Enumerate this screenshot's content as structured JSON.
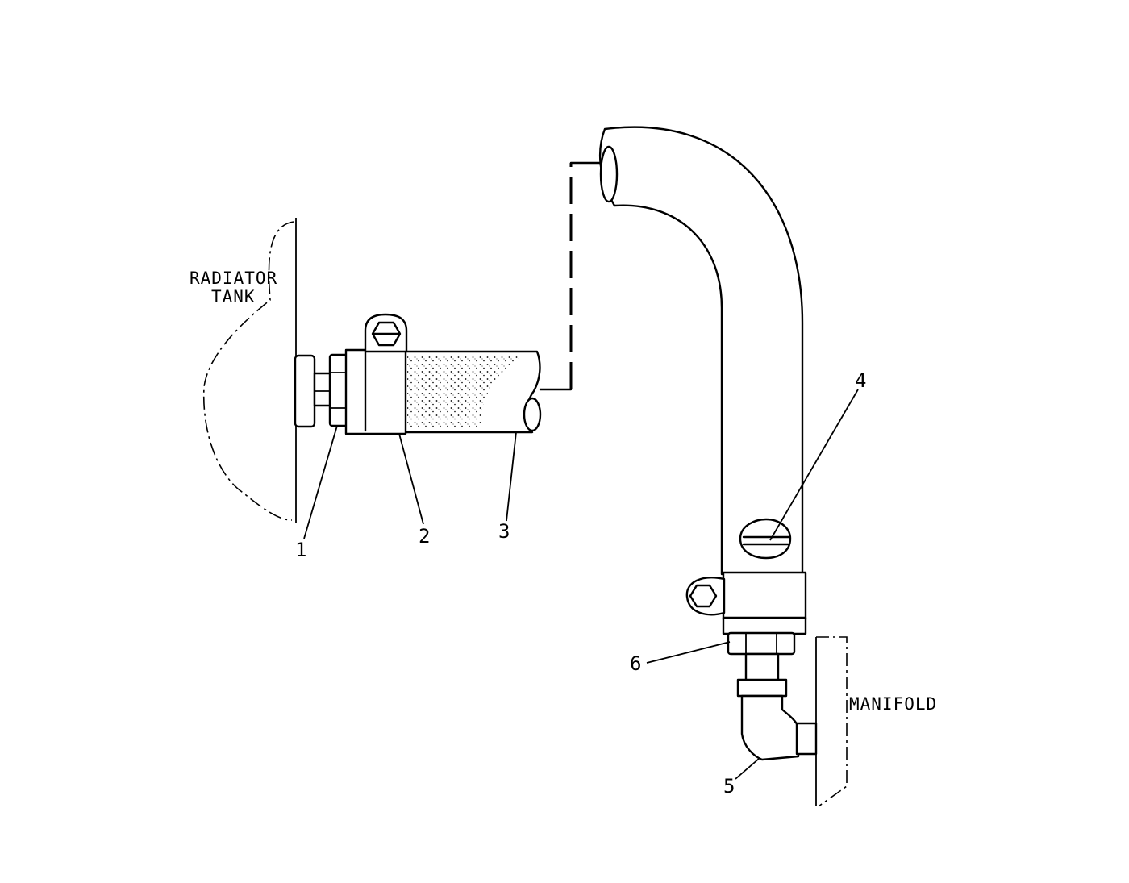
{
  "labels": {
    "radiator_line1": "RADIATOR",
    "radiator_line2": "TANK",
    "manifold": "MANIFOLD"
  },
  "callouts": [
    "1",
    "2",
    "3",
    "4",
    "5",
    "6"
  ]
}
